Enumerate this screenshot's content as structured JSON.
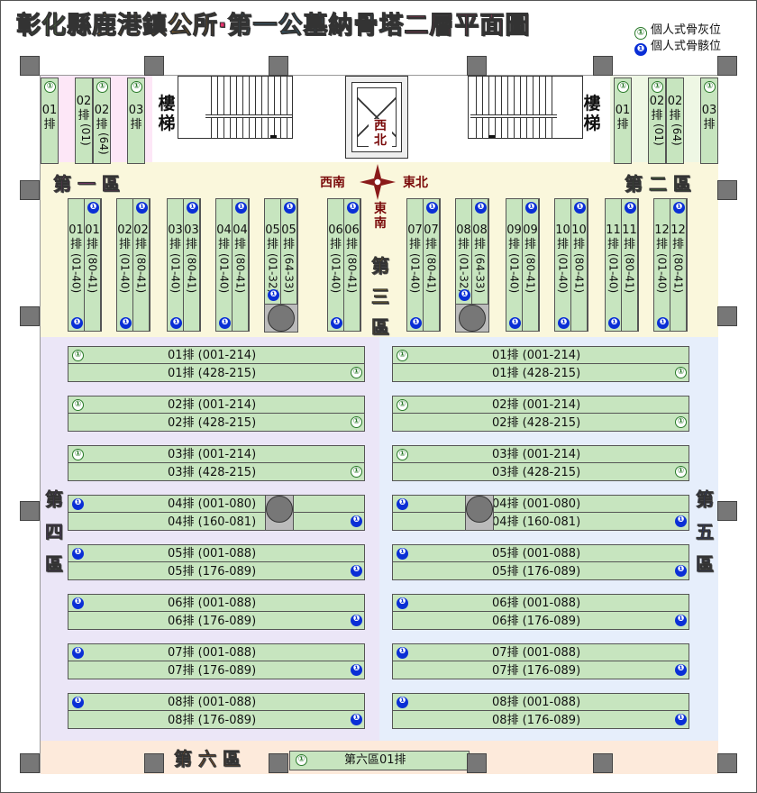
{
  "title": {
    "p1": "彰化縣",
    "p2": "鹿港鎮公所",
    "p3": "‧",
    "p4": "第一公墓納骨塔",
    "p5": "二層平面圖"
  },
  "colors": {
    "p1": "#6ab04c",
    "p2": "#f39c12",
    "p3": "#e8336d",
    "p4": "#3aa8e0",
    "p5": "#e8336d"
  },
  "legend": {
    "ash_icon": "①",
    "ash": "個人式骨灰位",
    "bone_icon": "❶",
    "bone": "個人式骨骸位"
  },
  "zones": {
    "z1": "第 一 區",
    "z2": "第 二 區",
    "z3a": "第",
    "z3b": "三",
    "z3c": "區",
    "z4a": "第",
    "z4b": "四",
    "z4c": "區",
    "z5a": "第",
    "z5b": "五",
    "z5c": "區",
    "z6": "第 六 區"
  },
  "stairs": {
    "left": "樓\n梯",
    "right": "樓\n梯"
  },
  "compass": {
    "nw": "西北",
    "sw": "西南",
    "ne": "東北",
    "se": "東南"
  },
  "zone1": [
    {
      "num": "01",
      "pai": "排",
      "range": "",
      "icon": "①"
    },
    {
      "num": "02",
      "pai": "排",
      "range": "(01)",
      "icon": ""
    },
    {
      "num": "02",
      "pai": "排",
      "range": "(64)",
      "icon": "①"
    },
    {
      "num": "03",
      "pai": "排",
      "range": "",
      "icon": "①"
    }
  ],
  "zone2": [
    {
      "num": "01",
      "pai": "排",
      "range": "",
      "icon": "①"
    },
    {
      "num": "02",
      "pai": "排",
      "range": "(01)",
      "icon": "①"
    },
    {
      "num": "02",
      "pai": "排",
      "range": "(64)",
      "icon": ""
    },
    {
      "num": "03",
      "pai": "排",
      "range": "",
      "icon": "①"
    }
  ],
  "zone3": [
    {
      "a": {
        "num": "01",
        "pai": "排",
        "range": "(01-40)"
      },
      "b": {
        "num": "01",
        "pai": "排",
        "range": "(80-41)"
      }
    },
    {
      "a": {
        "num": "02",
        "pai": "排",
        "range": "(01-40)"
      },
      "b": {
        "num": "02",
        "pai": "排",
        "range": "(80-41)"
      }
    },
    {
      "a": {
        "num": "03",
        "pai": "排",
        "range": "(01-40)"
      },
      "b": {
        "num": "03",
        "pai": "排",
        "range": "(80-41)"
      }
    },
    {
      "a": {
        "num": "04",
        "pai": "排",
        "range": "(01-40)"
      },
      "b": {
        "num": "04",
        "pai": "排",
        "range": "(80-41)"
      }
    },
    {
      "a": {
        "num": "05",
        "pai": "排",
        "range": "(01-32)"
      },
      "b": {
        "num": "05",
        "pai": "排",
        "range": "(64-33)"
      }
    },
    {
      "a": {
        "num": "06",
        "pai": "排",
        "range": "(01-40)"
      },
      "b": {
        "num": "06",
        "pai": "排",
        "range": "(80-41)"
      }
    },
    {
      "a": {
        "num": "07",
        "pai": "排",
        "range": "(01-40)"
      },
      "b": {
        "num": "07",
        "pai": "排",
        "range": "(80-41)"
      }
    },
    {
      "a": {
        "num": "08",
        "pai": "排",
        "range": "(01-32)"
      },
      "b": {
        "num": "08",
        "pai": "排",
        "range": "(64-33)"
      }
    },
    {
      "a": {
        "num": "09",
        "pai": "排",
        "range": "(01-40)"
      },
      "b": {
        "num": "09",
        "pai": "排",
        "range": "(80-41)"
      }
    },
    {
      "a": {
        "num": "10",
        "pai": "排",
        "range": "(01-40)"
      },
      "b": {
        "num": "10",
        "pai": "排",
        "range": "(80-41)"
      }
    },
    {
      "a": {
        "num": "11",
        "pai": "排",
        "range": "(01-40)"
      },
      "b": {
        "num": "11",
        "pai": "排",
        "range": "(80-41)"
      }
    },
    {
      "a": {
        "num": "12",
        "pai": "排",
        "range": "(01-40)"
      },
      "b": {
        "num": "12",
        "pai": "排",
        "range": "(80-41)"
      }
    }
  ],
  "zone4": [
    {
      "top": "01排 (001-214)",
      "bot": "01排 (428-215)",
      "type": "ash"
    },
    {
      "top": "02排 (001-214)",
      "bot": "02排 (428-215)",
      "type": "ash"
    },
    {
      "top": "03排 (001-214)",
      "bot": "03排 (428-215)",
      "type": "ash"
    },
    {
      "top": "04排 (001-080)",
      "bot": "04排 (160-081)",
      "type": "bone"
    },
    {
      "top": "05排 (001-088)",
      "bot": "05排 (176-089)",
      "type": "bone"
    },
    {
      "top": "06排 (001-088)",
      "bot": "06排 (176-089)",
      "type": "bone"
    },
    {
      "top": "07排 (001-088)",
      "bot": "07排 (176-089)",
      "type": "bone"
    },
    {
      "top": "08排 (001-088)",
      "bot": "08排 (176-089)",
      "type": "bone"
    }
  ],
  "zone5": [
    {
      "top": "01排 (001-214)",
      "bot": "01排 (428-215)",
      "type": "ash"
    },
    {
      "top": "02排 (001-214)",
      "bot": "02排 (428-215)",
      "type": "ash"
    },
    {
      "top": "03排 (001-214)",
      "bot": "03排 (428-215)",
      "type": "ash"
    },
    {
      "top": "04排 (001-080)",
      "bot": "04排 (160-081)",
      "type": "bone"
    },
    {
      "top": "05排 (001-088)",
      "bot": "05排 (176-089)",
      "type": "bone"
    },
    {
      "top": "06排 (001-088)",
      "bot": "06排 (176-089)",
      "type": "bone"
    },
    {
      "top": "07排 (001-088)",
      "bot": "07排 (176-089)",
      "type": "bone"
    },
    {
      "top": "08排 (001-088)",
      "bot": "08排 (176-089)",
      "type": "bone"
    }
  ],
  "zone6": {
    "label": "第六區01排",
    "icon": "①"
  }
}
